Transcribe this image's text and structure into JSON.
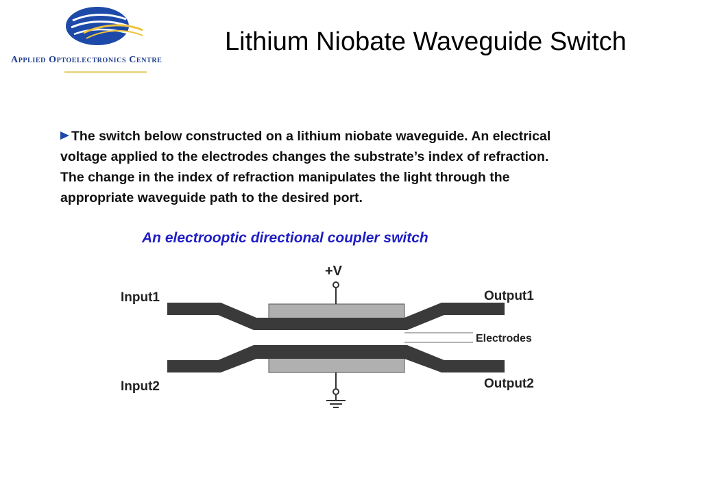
{
  "logo": {
    "org_name": "Applied Optoelectronics Centre",
    "colors": {
      "globe": "#1d4aa8",
      "swoosh": "#f0c23a",
      "text": "#1d3c8a"
    }
  },
  "slide": {
    "title": "Lithium Niobate Waveguide Switch",
    "bullet_lines": [
      "The switch below constructed on a lithium niobate waveguide. An electrical",
      "voltage applied to the electrodes changes the substrate’s index of refraction.",
      "The change in the index of refraction manipulates the light through the",
      "appropriate waveguide path to the desired port."
    ],
    "bullet_icon": "triangle-bullet-icon",
    "caption": "An electrooptic directional coupler switch",
    "caption_color": "#1f1ec4"
  },
  "diagram": {
    "labels": {
      "voltage": "+V",
      "input1": "Input1",
      "input2": "Input2",
      "output1": "Output1",
      "output2": "Output2",
      "electrodes": "Electrodes"
    },
    "icons": [
      "terminal-icon",
      "ground-icon"
    ],
    "colors": {
      "waveguide": "#3a3a3a",
      "electrode": "#b0b0b0"
    }
  }
}
